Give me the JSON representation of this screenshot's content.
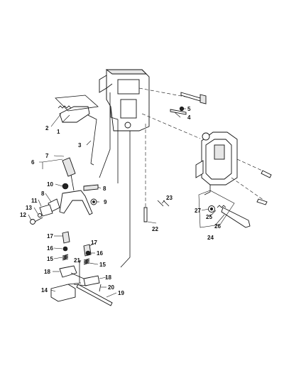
{
  "callouts": {
    "c1": "1",
    "c2": "2",
    "c3": "3",
    "c4": "4",
    "c5": "5",
    "c6": "6",
    "c7": "7",
    "c8": "8",
    "c9": "9",
    "c10": "10",
    "c11": "11",
    "c12": "12",
    "c13": "13",
    "c14": "14",
    "c15a": "15",
    "c15b": "15",
    "c16a": "16",
    "c16b": "16",
    "c17a": "17",
    "c17b": "17",
    "c18a": "18",
    "c18b": "18",
    "c19": "19",
    "c20": "20",
    "c21": "21",
    "c22": "22",
    "c23": "23",
    "c24": "24",
    "c25": "25",
    "c26": "26",
    "c27": "27"
  }
}
